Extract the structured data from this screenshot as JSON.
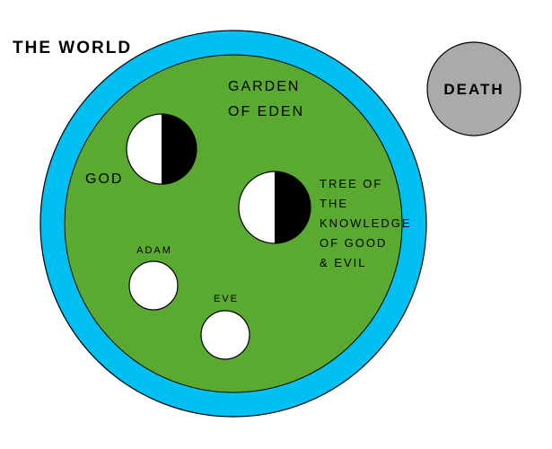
{
  "labels": {
    "world": "THE WORLD",
    "death": "DEATH",
    "garden_line1": "GARDEN",
    "garden_line2": "OF EDEN",
    "god": "GOD",
    "tree_line1": "TREE OF",
    "tree_line2": "THE",
    "tree_line3": "KNOWLEDGE",
    "tree_line4": "OF GOOD",
    "tree_line5": "& EVIL",
    "adam": "ADAM",
    "eve": "EVE"
  },
  "colors": {
    "world_ring": "#00bff3",
    "garden": "#5aaa32",
    "death": "#aaaaaa",
    "half_dark": "#000000",
    "half_light": "#ffffff",
    "outline": "#000000"
  }
}
